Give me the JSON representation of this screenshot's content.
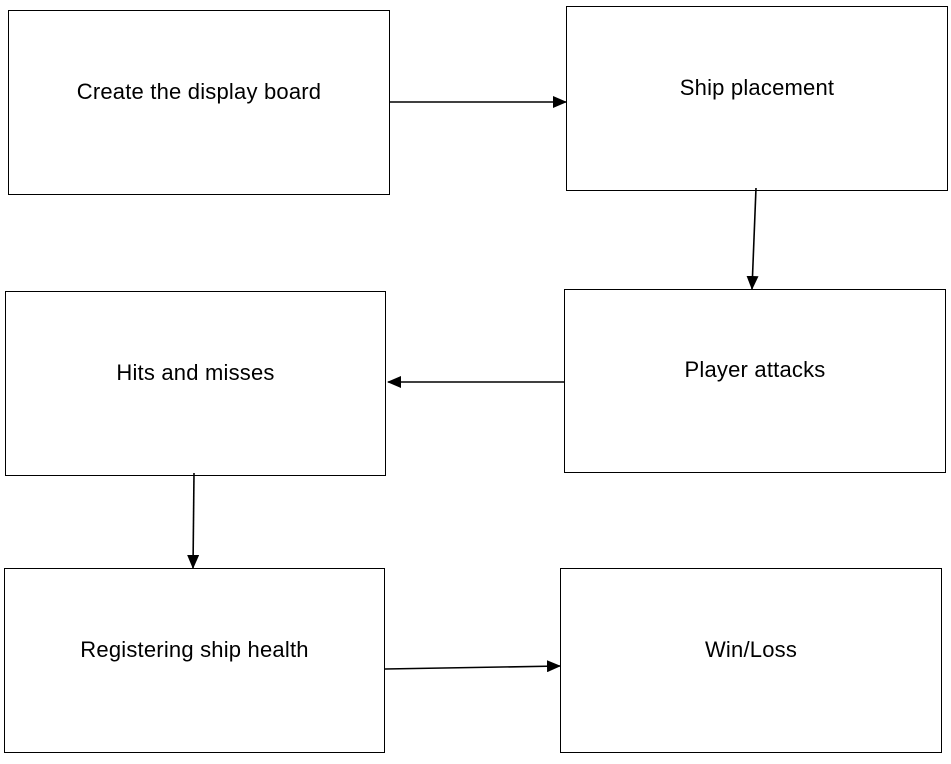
{
  "diagram": {
    "type": "flowchart",
    "steps": [
      {
        "id": "create",
        "label": "Create the display board"
      },
      {
        "id": "placement",
        "label": "Ship placement"
      },
      {
        "id": "attacks",
        "label": "Player attacks"
      },
      {
        "id": "hits",
        "label": "Hits and misses"
      },
      {
        "id": "health",
        "label": "Registering ship health"
      },
      {
        "id": "result",
        "label": "Win/Loss"
      }
    ],
    "connections": [
      {
        "from": "create",
        "to": "placement"
      },
      {
        "from": "placement",
        "to": "attacks"
      },
      {
        "from": "attacks",
        "to": "hits"
      },
      {
        "from": "hits",
        "to": "health"
      },
      {
        "from": "health",
        "to": "result"
      }
    ],
    "colors": {
      "stroke": "#000000",
      "fill": "#ffffff",
      "text": "#000000"
    }
  }
}
